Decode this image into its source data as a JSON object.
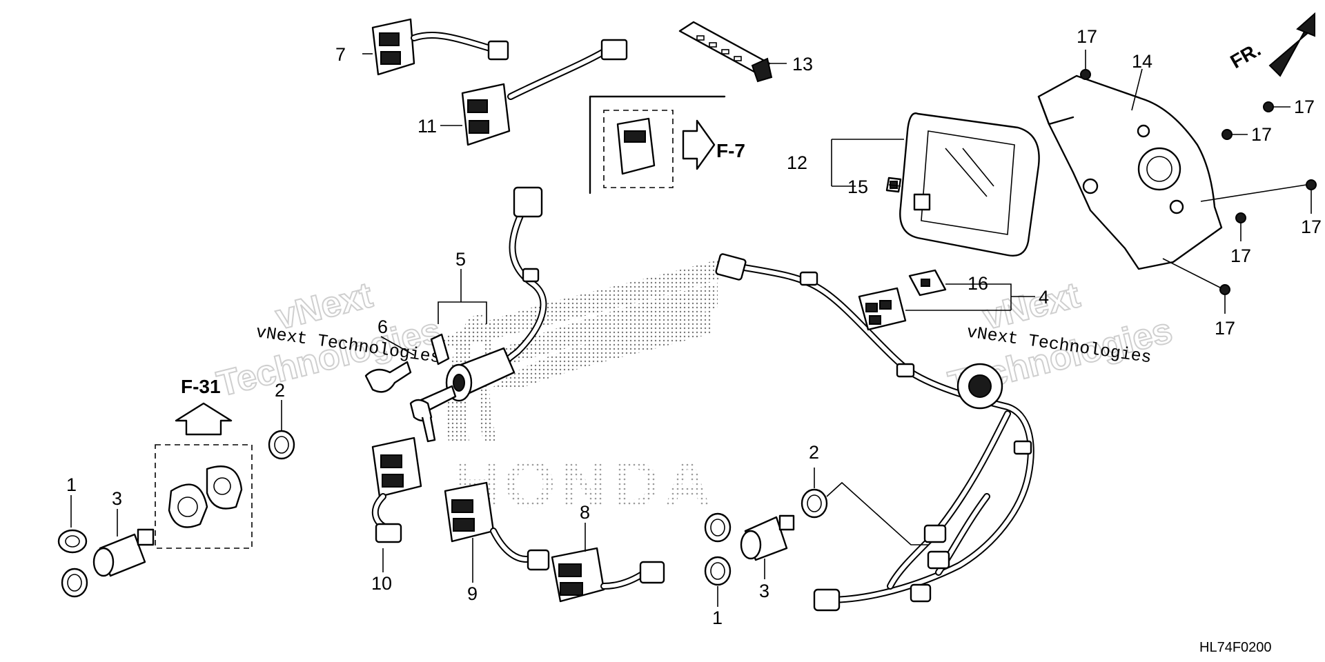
{
  "diagram": {
    "code": "HL74F0200",
    "brand_mark": "HONDA",
    "watermark": {
      "line1": "vNext",
      "line2": "Technologies",
      "caption": "vNext Technologies"
    },
    "orientation_label": "FR.",
    "refs": {
      "f31": "F-31",
      "f7": "F-7"
    },
    "callouts": {
      "n1a": "1",
      "n1b": "1",
      "n2a": "2",
      "n2b": "2",
      "n3a": "3",
      "n3b": "3",
      "n4": "4",
      "n5": "5",
      "n6": "6",
      "n7": "7",
      "n8": "8",
      "n9": "9",
      "n10": "10",
      "n11": "11",
      "n12": "12",
      "n13": "13",
      "n14": "14",
      "n15": "15",
      "n16": "16",
      "n17a": "17",
      "n17b": "17",
      "n17c": "17",
      "n17d": "17",
      "n17e": "17",
      "n17f": "17"
    }
  }
}
